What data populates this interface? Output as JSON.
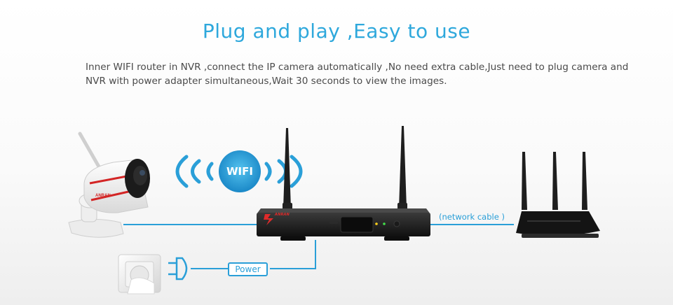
{
  "header": {
    "title": "Plug and play ,Easy to use",
    "description": "Inner WIFI router in NVR ,connect the IP camera automatically ,No need extra cable,Just need to plug camera and NVR with power adapter simultaneous,Wait 30 seconds to view the images."
  },
  "diagram": {
    "wifi_label": "WIFI",
    "power_label": "Power",
    "network_label": "(network cable )",
    "brand_label": "ANRAN"
  },
  "colors": {
    "accent": "#2ea8dc",
    "device_black": "#1a1a1a",
    "brand_red": "#e02a2a"
  },
  "icons": [
    "ip-camera-icon",
    "wifi-signal-icon",
    "nvr-device-icon",
    "wifi-router-icon",
    "wall-socket-icon",
    "power-plug-icon"
  ]
}
